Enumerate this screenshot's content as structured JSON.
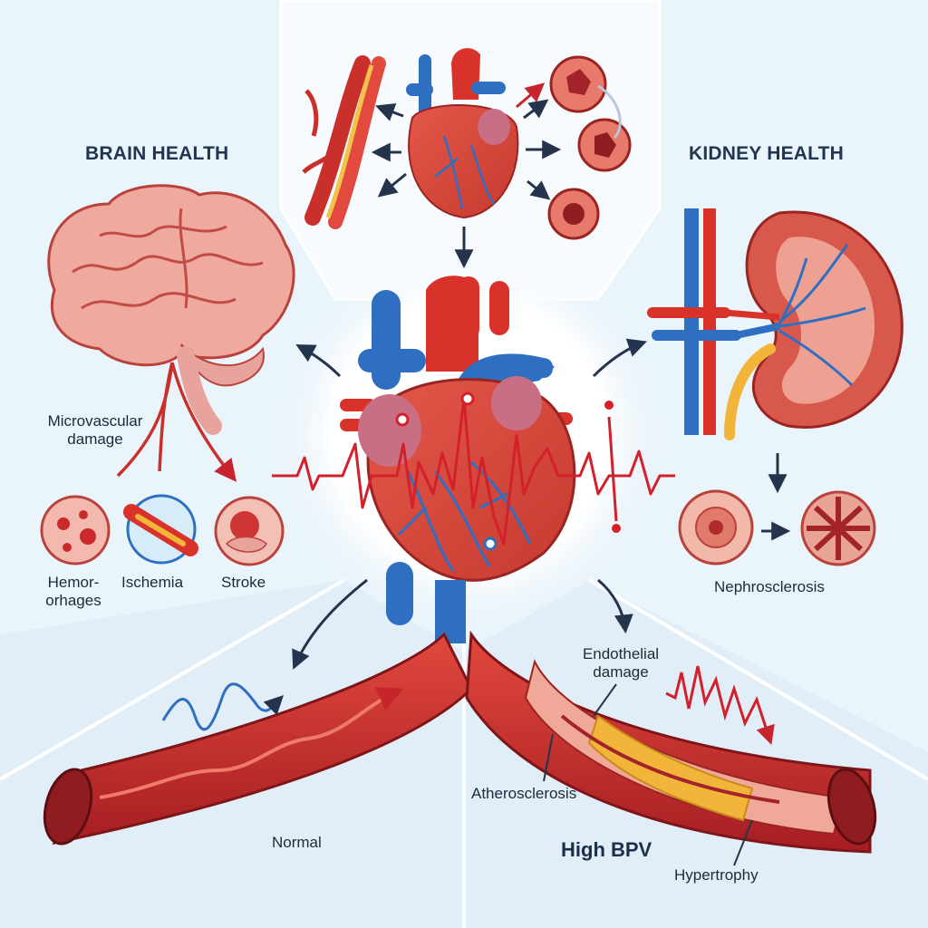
{
  "headers": {
    "brain": "BRAIN HEALTH",
    "kidney": "KIDNEY HEALTH"
  },
  "brain": {
    "damage_label": "Microvascular\ndamage",
    "hemorrhages": "Hemor-\norhages",
    "ischemia": "Ischemia",
    "stroke": "Stroke"
  },
  "kidney": {
    "nephrosclerosis": "Nephrosclerosis"
  },
  "vessels": {
    "normal": "Normal",
    "endothelial": "Endothelial\ndamage",
    "atherosclerosis": "Atherosclerosis",
    "high_bpv": "High BPV",
    "hypertrophy": "Hypertrophy"
  },
  "colors": {
    "background": "#eaf4fb",
    "artery_red": "#d8322b",
    "vein_blue": "#2f6fc2",
    "ecg_red": "#d3202a",
    "plaque_yellow": "#f2b53a",
    "arrow_navy": "#24344c"
  }
}
